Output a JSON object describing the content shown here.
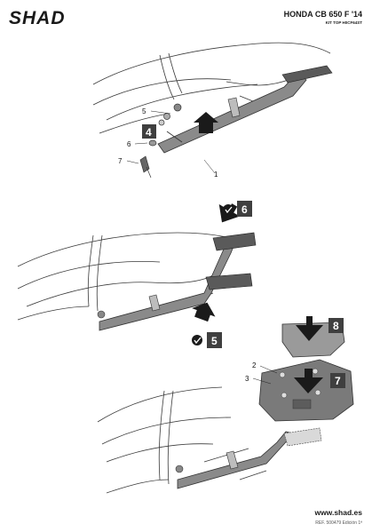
{
  "header": {
    "brand": "SHAD",
    "model": "HONDA CB 650 F '14",
    "kit": "KIT TOP H0CF64ST"
  },
  "step1": {
    "part_labels": [
      "5",
      "6",
      "7",
      "1"
    ],
    "badge": "4"
  },
  "step2": {
    "badge_top": "6",
    "badge_bottom": "5"
  },
  "step3": {
    "part_labels": [
      "2",
      "3"
    ],
    "badge_plate": "8",
    "badge_mount": "7"
  },
  "footer": {
    "url": "www.shad.es",
    "ref": "REF. 500479 Edición 1ª"
  },
  "colors": {
    "line": "#3a3a3a",
    "rail": "#8a8a8a",
    "badge": "#3f3f3f",
    "plate": "#9a9a9a"
  }
}
